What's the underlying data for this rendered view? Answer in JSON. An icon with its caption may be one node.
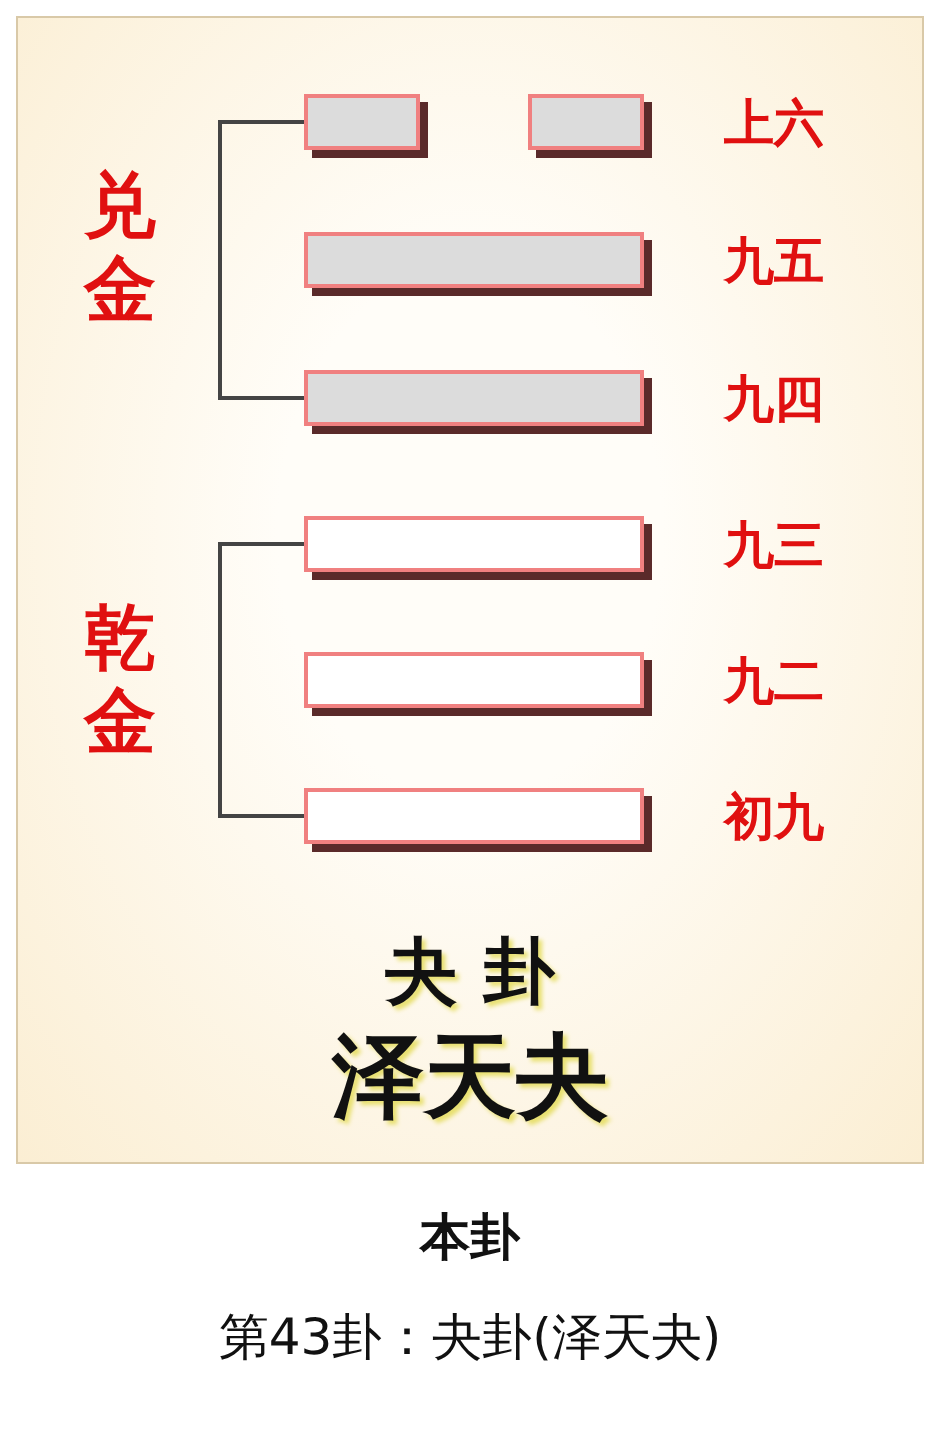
{
  "diagram": {
    "nodes": [
      {
        "text": [
          "上六"
        ]
      },
      {
        "text": [
          "九五"
        ]
      },
      {
        "text": [
          "九四"
        ]
      },
      {
        "text": [
          "九三"
        ]
      },
      {
        "text": [
          "九二"
        ]
      },
      {
        "text": [
          "初九"
        ]
      }
    ],
    "labels": [
      "兑金",
      "乾金",
      "夬 卦",
      "泽天夬",
      "本卦",
      "第43卦：夬卦(泽天夬)"
    ]
  }
}
